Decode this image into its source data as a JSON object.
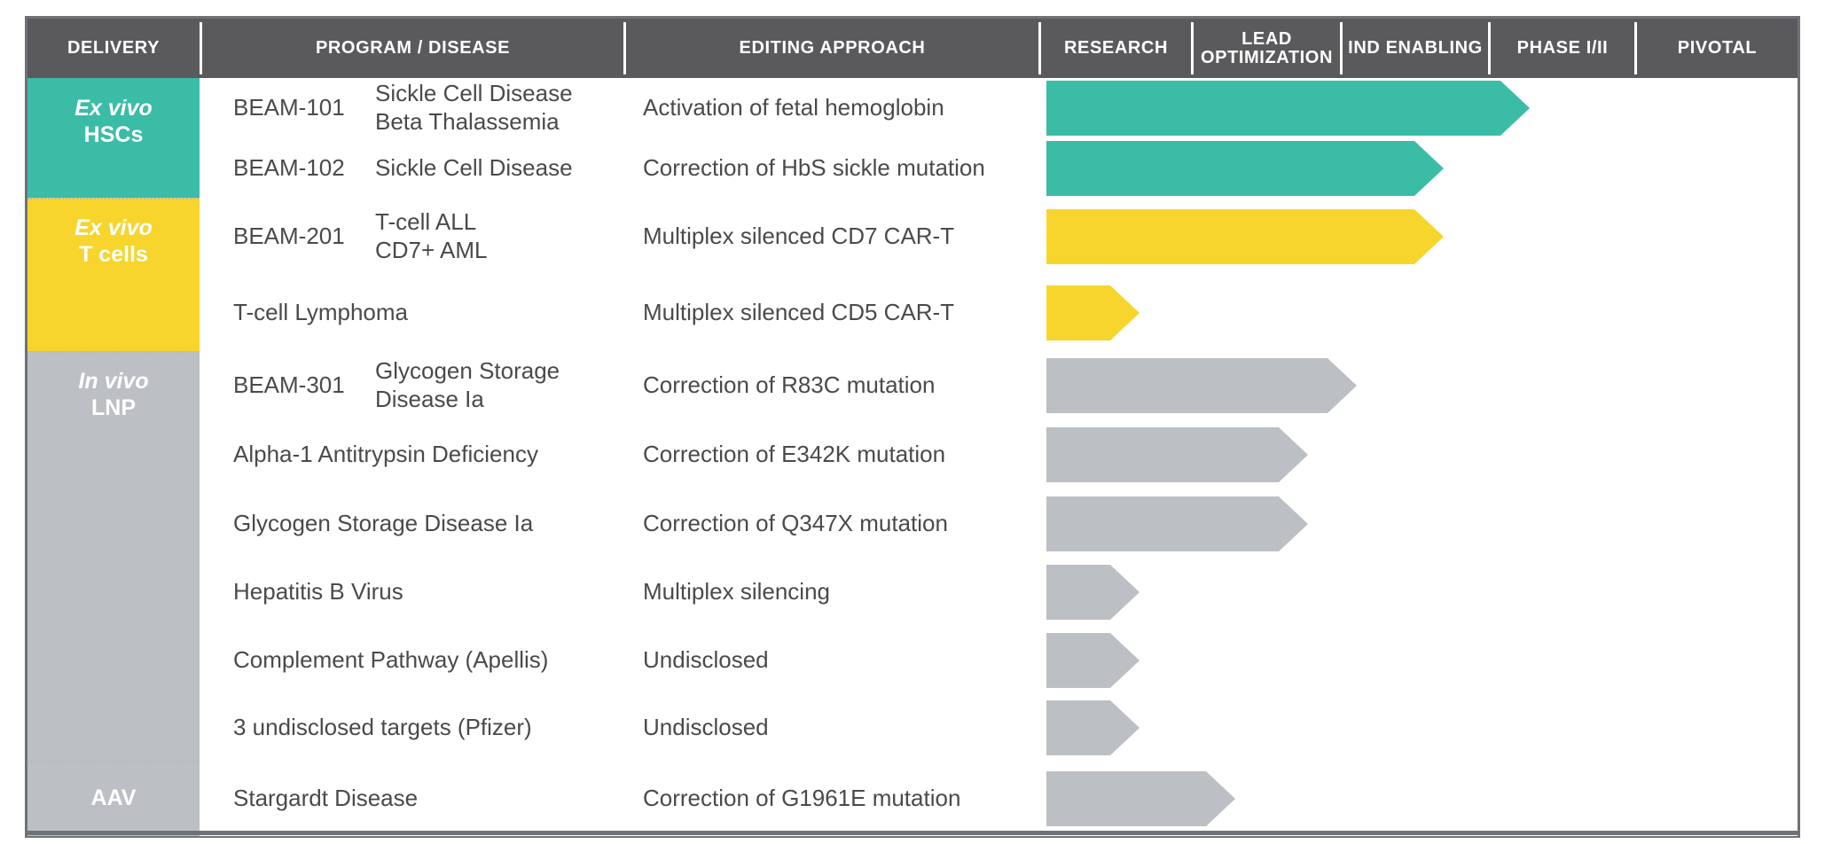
{
  "chart_data": {
    "type": "table",
    "title": "Pipeline",
    "columns": [
      "DELIVERY",
      "PROGRAM / DISEASE",
      "EDITING APPROACH",
      "RESEARCH",
      "LEAD OPTIMIZATION",
      "IND ENABLING",
      "PHASE I/II",
      "PIVOTAL"
    ],
    "stages": [
      "RESEARCH",
      "LEAD OPTIMIZATION",
      "IND ENABLING",
      "PHASE I/II",
      "PIVOTAL"
    ],
    "groups": [
      {
        "delivery_line1": "Ex vivo",
        "delivery_line2": "HSCs",
        "color": "#3bbca7",
        "rows": [
          {
            "program": "BEAM-101",
            "disease": "Sickle Cell Disease\nBeta Thalassemia",
            "approach": "Activation of fetal hemoglobin",
            "progress_stage": "PHASE I/II",
            "progress_pct": 81.5
          },
          {
            "program": "BEAM-102",
            "disease": "Sickle Cell Disease",
            "approach": "Correction of HbS sickle mutation",
            "progress_stage": "PHASE I/II",
            "progress_pct": 67.0
          }
        ]
      },
      {
        "delivery_line1": "Ex vivo",
        "delivery_line2": "T cells",
        "color": "#f7d52d",
        "rows": [
          {
            "program": "BEAM-201",
            "disease": "T-cell ALL\nCD7+ AML",
            "approach": "Multiplex silenced CD7 CAR-T",
            "progress_stage": "PHASE I/II",
            "progress_pct": 67.0
          },
          {
            "program": "",
            "disease": "T-cell Lymphoma",
            "approach": "Multiplex silenced CD5 CAR-T",
            "progress_stage": "RESEARCH",
            "progress_pct": 18.0
          }
        ]
      },
      {
        "delivery_line1": "In vivo",
        "delivery_line2": "LNP",
        "color": "#bcc0c4",
        "rows": [
          {
            "program": "BEAM-301",
            "disease": "Glycogen Storage\nDisease Ia",
            "approach": "Correction of R83C mutation",
            "progress_stage": "IND ENABLING",
            "progress_pct": 52.0
          },
          {
            "program": "",
            "disease": "Alpha-1 Antitrypsin Deficiency",
            "approach": "Correction of E342K mutation",
            "progress_stage": "IND ENABLING",
            "progress_pct": 45.0
          },
          {
            "program": "",
            "disease": "Glycogen Storage Disease Ia",
            "approach": "Correction of Q347X mutation",
            "progress_stage": "IND ENABLING",
            "progress_pct": 45.0
          },
          {
            "program": "",
            "disease": "Hepatitis B Virus",
            "approach": "Multiplex silencing",
            "progress_stage": "RESEARCH",
            "progress_pct": 21.0
          },
          {
            "program": "",
            "disease": "Complement Pathway (Apellis)",
            "approach": "Undisclosed",
            "progress_stage": "RESEARCH",
            "progress_pct": 21.0
          },
          {
            "program": "",
            "disease": "3 undisclosed targets (Pfizer)",
            "approach": "Undisclosed",
            "progress_stage": "RESEARCH",
            "progress_pct": 21.0
          }
        ]
      },
      {
        "delivery_line1": "",
        "delivery_line2": "AAV",
        "color": "#bcc0c4",
        "rows": [
          {
            "program": "",
            "disease": "Stargardt Disease",
            "approach": "Correction of G1961E mutation",
            "progress_stage": "LEAD OPTIMIZATION",
            "progress_pct": 34.5
          }
        ]
      }
    ]
  },
  "header": {
    "delivery": "DELIVERY",
    "program_disease": "PROGRAM / DISEASE",
    "editing_approach": "EDITING APPROACH",
    "research": "RESEARCH",
    "lead_optimization": "LEAD\nOPTIMIZATION",
    "ind_enabling": "IND ENABLING",
    "phase_i_ii": "PHASE I/II",
    "pivotal": "PIVOTAL"
  },
  "colors": {
    "header_bg": "#5a5a5d",
    "teal": "#3bbca7",
    "yellow": "#f7d52d",
    "gray": "#bcc0c4",
    "text": "#4a4a4d",
    "border": "#6f7276"
  }
}
